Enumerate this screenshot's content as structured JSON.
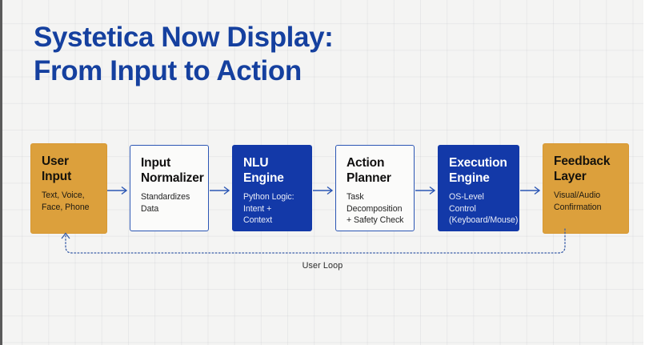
{
  "slide": {
    "title_lines": [
      "Systetica Now Display:",
      "From Input to Action"
    ],
    "loop_label": "User Loop",
    "colors": {
      "background": "#f4f4f3",
      "title_blue": "#15409f",
      "accent_orange": "#dca03c",
      "accent_blue": "#1339a8",
      "border_blue": "#2b56b4",
      "arrow_blue": "#2b56b4",
      "loop_dotted": "#3a5ea8"
    }
  },
  "flow": {
    "nodes": [
      {
        "id": "user-input",
        "style": "orange",
        "title_lines": [
          "User",
          "Input"
        ],
        "sub_lines": [
          "Text, Voice,",
          "Face, Phone"
        ]
      },
      {
        "id": "input-normalizer",
        "style": "white",
        "title_lines": [
          "Input",
          "Normalizer"
        ],
        "sub_lines": [
          "Standardizes",
          "Data"
        ]
      },
      {
        "id": "nlu-engine",
        "style": "blue",
        "title_lines": [
          "NLU",
          "Engine"
        ],
        "sub_lines": [
          "Python Logic:",
          "Intent + Context"
        ]
      },
      {
        "id": "action-planner",
        "style": "white",
        "title_lines": [
          "Action",
          "Planner"
        ],
        "sub_lines": [
          "Task",
          "Decomposition",
          "+ Safety Check"
        ]
      },
      {
        "id": "execution-engine",
        "style": "blue",
        "title_lines": [
          "Execution",
          "Engine"
        ],
        "sub_lines": [
          "OS-Level Control",
          "(Keyboard/Mouse)"
        ]
      },
      {
        "id": "feedback-layer",
        "style": "orange",
        "title_lines": [
          "Feedback",
          "Layer"
        ],
        "sub_lines": [
          "Visual/Audio",
          "Confirmation"
        ]
      }
    ]
  }
}
